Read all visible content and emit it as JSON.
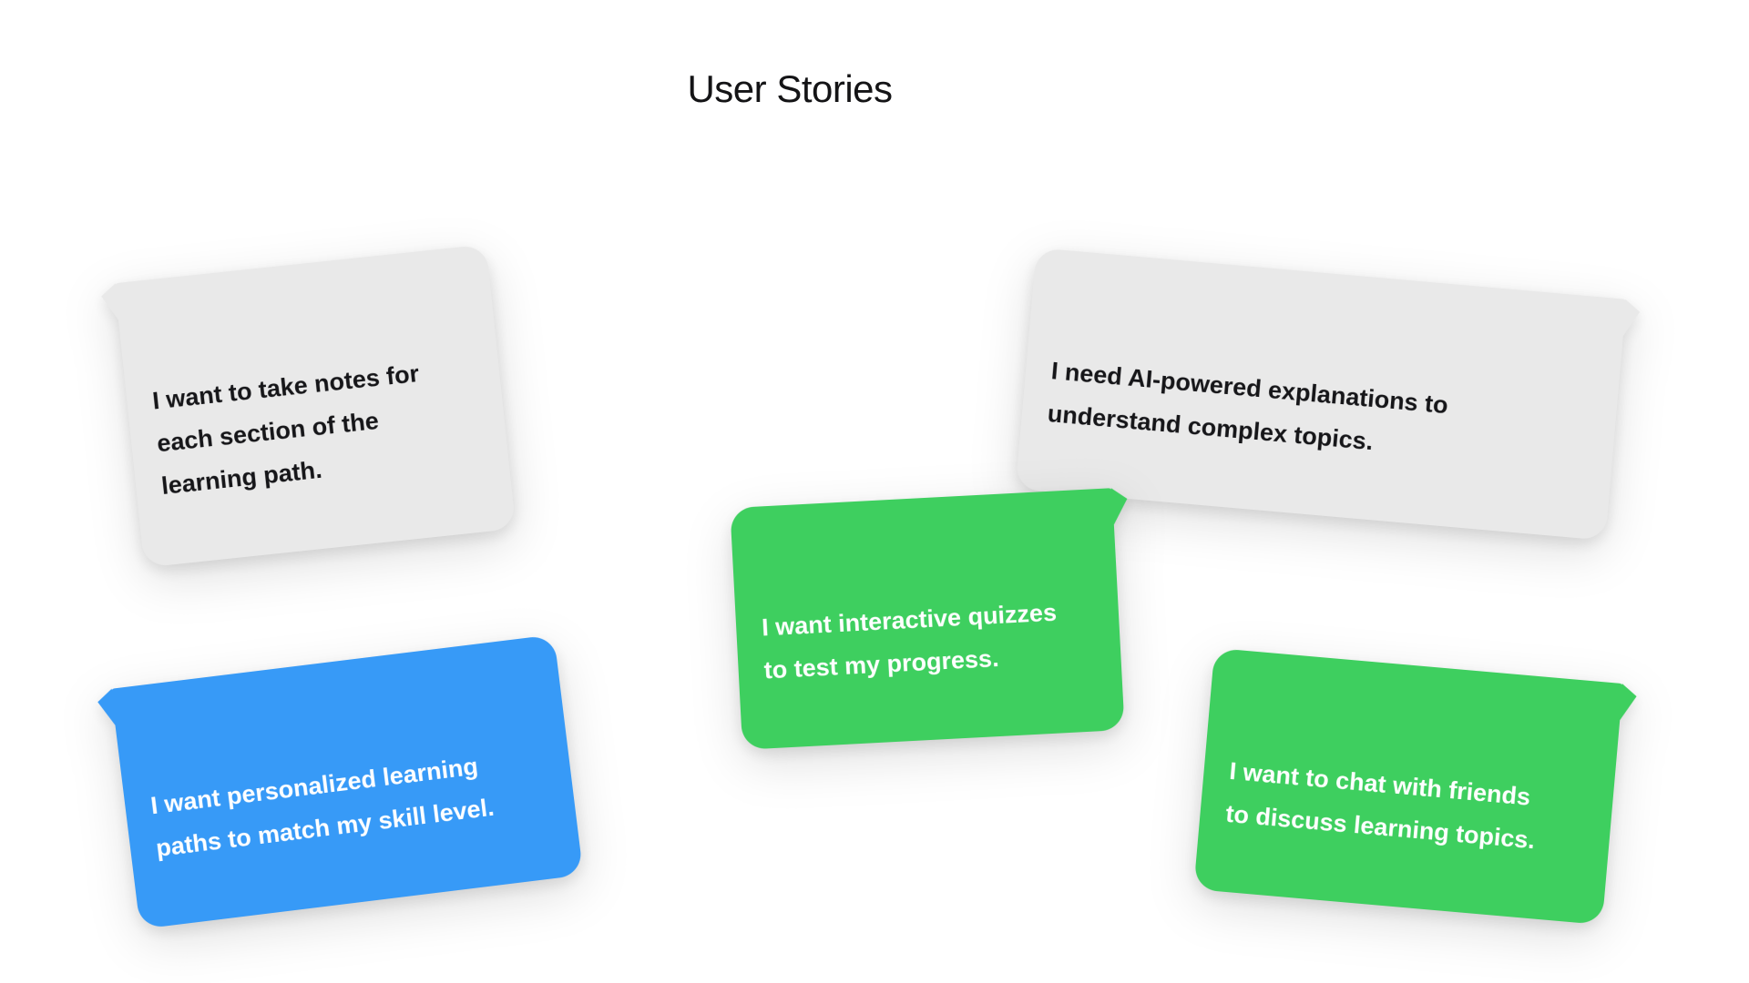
{
  "page": {
    "title": "User Stories",
    "background_color": "#FFFFFF"
  },
  "colors": {
    "gray_bubble": "#E9E9E9",
    "green_bubble": "#3ECF5F",
    "blue_bubble": "#379AF7",
    "dark_text": "#161619",
    "light_text": "#FFFFFF"
  },
  "bubbles": [
    {
      "id": "take-notes",
      "color": "gray",
      "tail": "left",
      "text": "I want to take notes for\neach section of the\nlearning path."
    },
    {
      "id": "ai-explanations",
      "color": "gray",
      "tail": "right",
      "text": "I need AI-powered explanations to\nunderstand complex topics."
    },
    {
      "id": "interactive-quizzes",
      "color": "green",
      "tail": "right",
      "text": "I want interactive quizzes\nto test my progress."
    },
    {
      "id": "personalized-paths",
      "color": "blue",
      "tail": "left",
      "text": "I want personalized learning\npaths to match my skill level."
    },
    {
      "id": "chat-with-friends",
      "color": "green",
      "tail": "right",
      "text": "I want to chat with friends\nto discuss learning topics."
    }
  ]
}
